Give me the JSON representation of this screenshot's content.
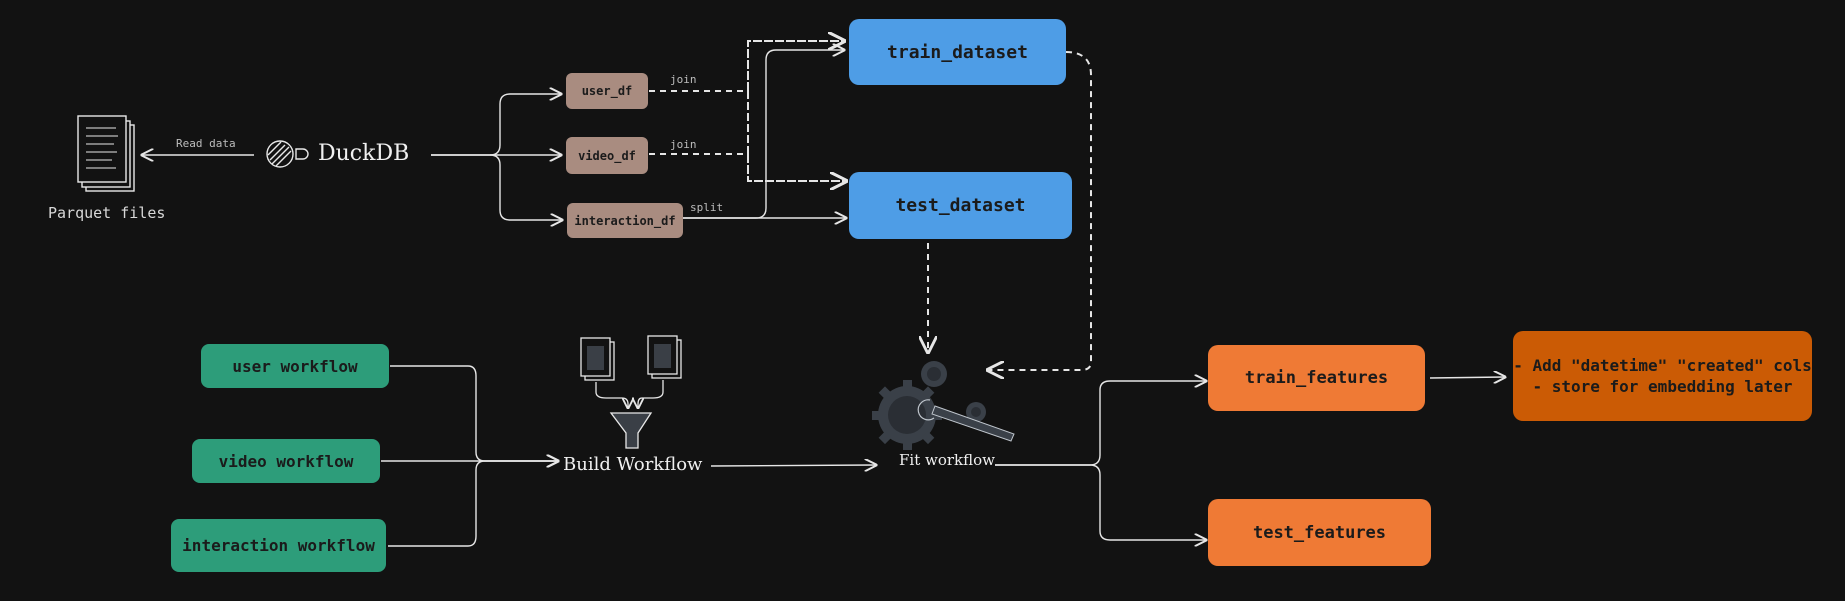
{
  "parquet": {
    "label": "Parquet files",
    "icon": "document-stack-icon"
  },
  "read_label": "Read data",
  "duckdb": {
    "label": "DuckDB",
    "icon": "duckdb-logo-icon"
  },
  "dataframes": {
    "user": "user_df",
    "video": "video_df",
    "interaction": "interaction_df"
  },
  "edge_labels": {
    "join_user": "join",
    "join_video": "join",
    "split": "split"
  },
  "datasets": {
    "train": "train_dataset",
    "test": "test_dataset"
  },
  "workflows": {
    "user": "user workflow",
    "video": "video workflow",
    "interaction": "interaction workflow"
  },
  "build": {
    "label": "Build Workflow",
    "icon": "funnel-merge-icon"
  },
  "fit": {
    "label": "Fit workflow",
    "icon": "gears-wrench-icon"
  },
  "features": {
    "train": "train_features",
    "test": "test_features"
  },
  "note": {
    "line1": "- Add \"datetime\" \"created\" cols",
    "line2": "- store for embedding later"
  },
  "colors": {
    "background": "#121212",
    "dataframe": "#a98c80",
    "dataset": "#4e9de6",
    "workflow": "#2d9d7a",
    "feature": "#ef7a35",
    "note": "#cb5b05"
  }
}
